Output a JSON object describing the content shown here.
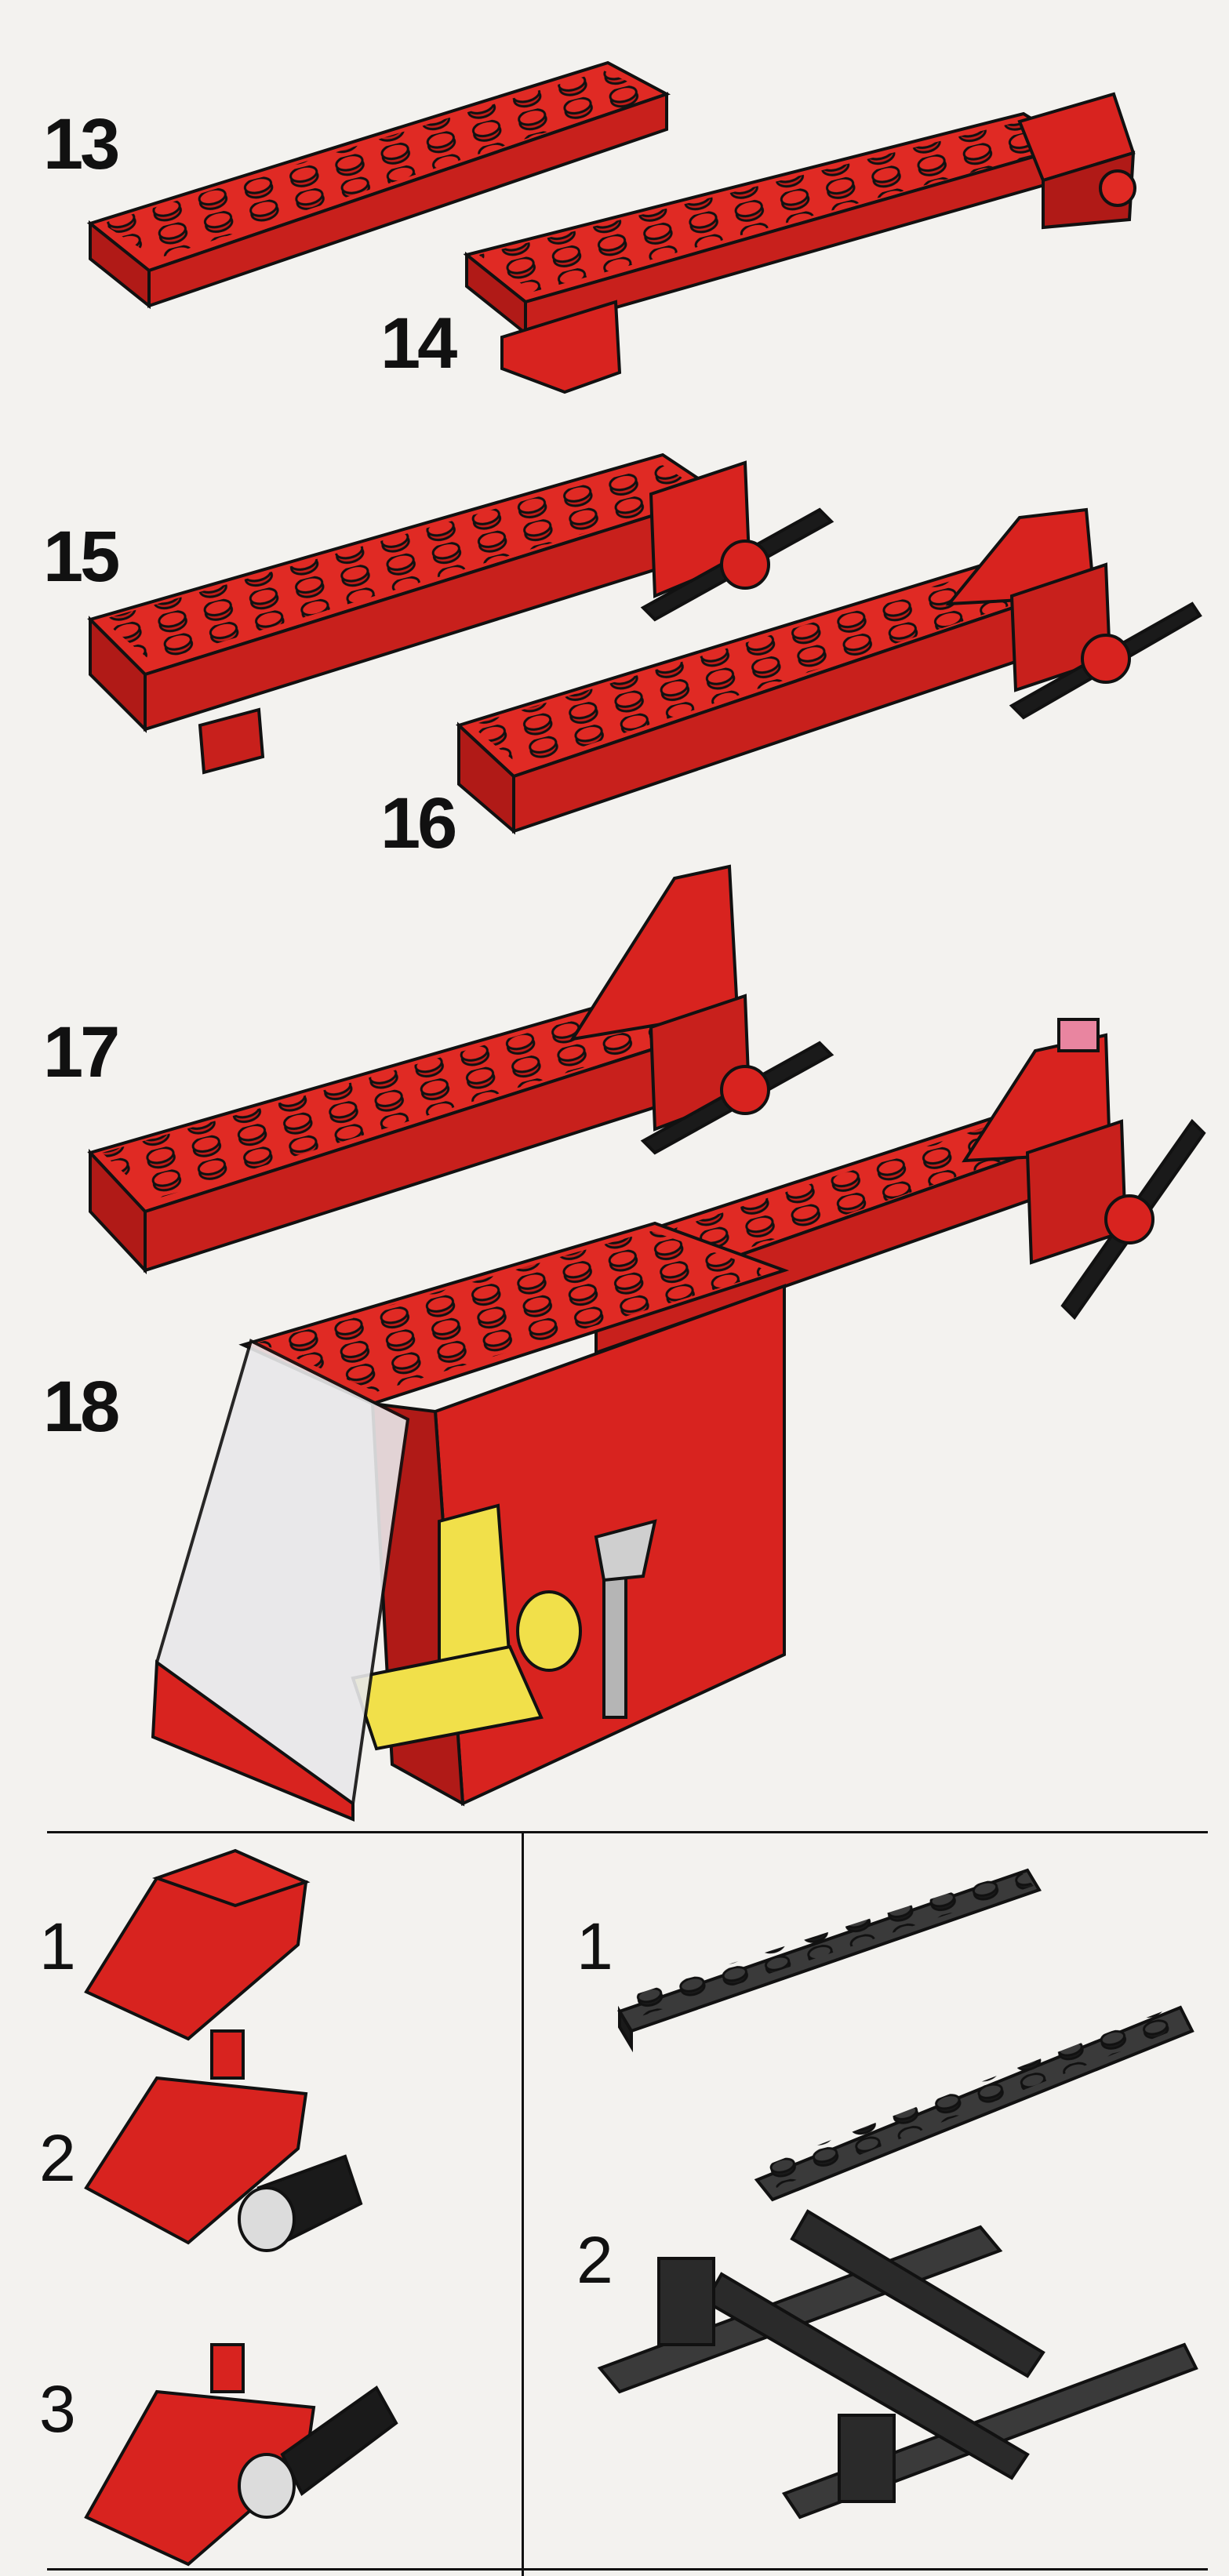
{
  "steps": {
    "s13": "13",
    "s14": "14",
    "s15": "15",
    "s16": "16",
    "s17": "17",
    "s18": "18"
  },
  "sub_left": {
    "a": "1",
    "b": "2",
    "c": "3"
  },
  "sub_right": {
    "a": "1",
    "b": "2"
  },
  "colors": {
    "red": "#d8231f",
    "red_dark": "#9a1412",
    "black_brick": "#2a2a2a",
    "yellow": "#f1e04a",
    "paper": "#f3f2ef"
  }
}
